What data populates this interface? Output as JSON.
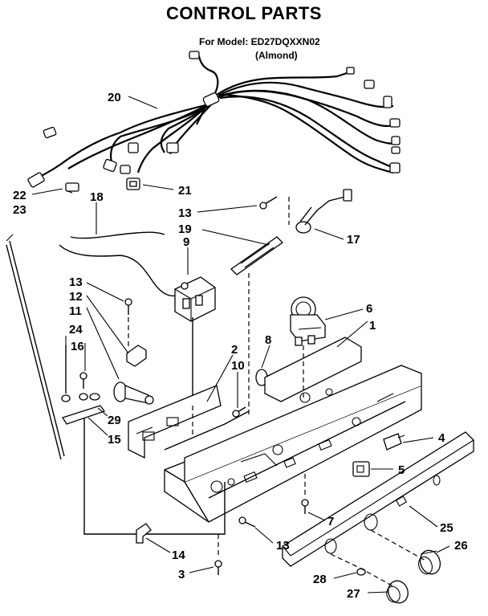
{
  "header": {
    "title": "CONTROL PARTS",
    "model_line": "For Model: ED27DQXXN02",
    "color_line": "(Almond)"
  },
  "callouts": {
    "c20": "20",
    "c22": "22",
    "c23": "23",
    "c21": "21",
    "c18": "18",
    "c13a": "13",
    "c19": "19",
    "c17": "17",
    "c9": "9",
    "c13b": "13",
    "c12": "12",
    "c11": "11",
    "c24": "24",
    "c16": "16",
    "c6": "6",
    "c1": "1",
    "c8": "8",
    "c2": "2",
    "c10": "10",
    "c29": "29",
    "c15": "15",
    "c4": "4",
    "c5": "5",
    "c7": "7",
    "c25": "25",
    "c13c": "13",
    "c26": "26",
    "c14": "14",
    "c3": "3",
    "c28": "28",
    "c27": "27"
  }
}
